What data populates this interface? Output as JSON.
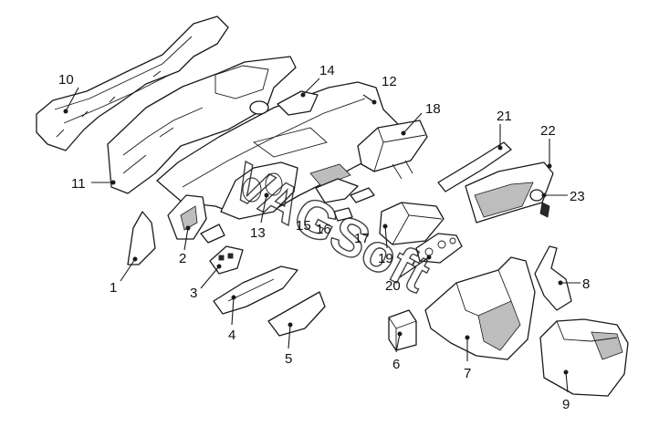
{
  "diagram": {
    "callouts": [
      {
        "id": "1",
        "label": "1"
      },
      {
        "id": "2",
        "label": "2"
      },
      {
        "id": "3",
        "label": "3"
      },
      {
        "id": "4",
        "label": "4"
      },
      {
        "id": "5",
        "label": "5"
      },
      {
        "id": "6",
        "label": "6"
      },
      {
        "id": "7",
        "label": "7"
      },
      {
        "id": "8",
        "label": "8"
      },
      {
        "id": "9",
        "label": "9"
      },
      {
        "id": "10",
        "label": "10"
      },
      {
        "id": "11",
        "label": "11"
      },
      {
        "id": "12",
        "label": "12"
      },
      {
        "id": "13",
        "label": "13"
      },
      {
        "id": "14",
        "label": "14"
      },
      {
        "id": "15",
        "label": "15"
      },
      {
        "id": "16",
        "label": "16"
      },
      {
        "id": "17",
        "label": "17"
      },
      {
        "id": "18",
        "label": "18"
      },
      {
        "id": "19",
        "label": "19"
      },
      {
        "id": "20",
        "label": "20"
      },
      {
        "id": "21",
        "label": "21"
      },
      {
        "id": "22",
        "label": "22"
      },
      {
        "id": "23",
        "label": "23"
      }
    ],
    "watermark": "VAGSoft"
  },
  "colors": {
    "line": "#1a1a1a",
    "background": "#ffffff"
  }
}
